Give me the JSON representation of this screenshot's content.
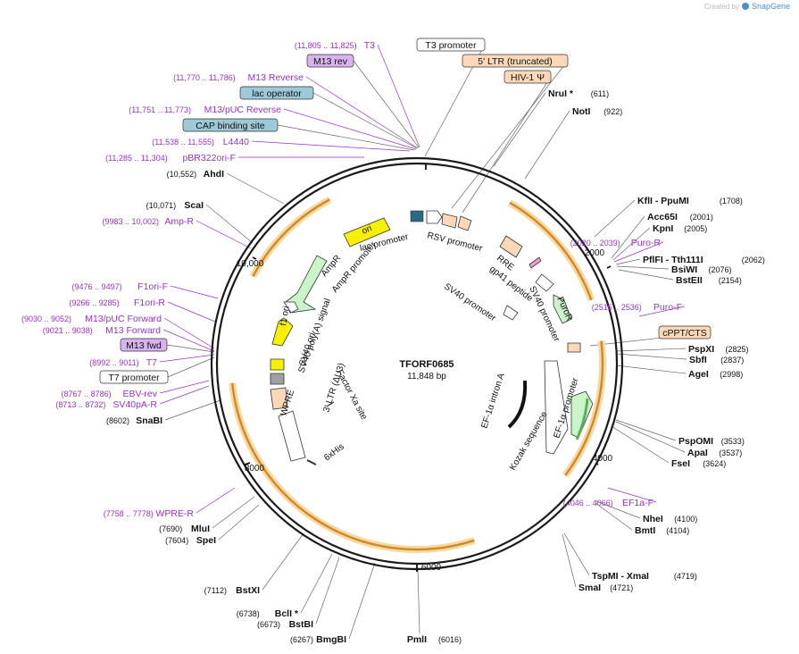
{
  "credit": {
    "prefix": "Created by",
    "brand": "SnapGene"
  },
  "plasmid": {
    "name": "TFORF0685",
    "length": "11,848 bp"
  },
  "ticks": [
    "2000",
    "4000",
    "6000",
    "8000",
    "10,000"
  ],
  "sites": [
    {
      "id": "T3",
      "label": "T3",
      "range": "(11,805 .. 11,825)",
      "color": "#9b30c8"
    },
    {
      "id": "M13rev",
      "label": "M13 rev",
      "boxed": true,
      "fill": "#d9b3ef"
    },
    {
      "id": "M13Reverse",
      "label": "M13 Reverse",
      "range": "(11,770 .. 11,786)",
      "color": "#9b30c8"
    },
    {
      "id": "lacop",
      "label": "lac operator",
      "boxed": true,
      "fill": "#9ec9d8"
    },
    {
      "id": "M13pUCRev",
      "label": "M13/pUC Reverse",
      "range": "(11,751 .. 11,773)",
      "color": "#9b30c8"
    },
    {
      "id": "CAP",
      "label": "CAP binding site",
      "boxed": true,
      "fill": "#9ec9d8"
    },
    {
      "id": "L4440",
      "label": "L4440",
      "range": "(11,538 .. 11,555)",
      "color": "#9b30c8"
    },
    {
      "id": "pBR322",
      "label": "pBR322ori-F",
      "range": "(11,285 .. 11,304)",
      "color": "#9b30c8"
    },
    {
      "id": "AhdI",
      "label": "AhdI",
      "pos": "(10,552)"
    },
    {
      "id": "ScaI",
      "label": "ScaI",
      "pos": "(10,071)"
    },
    {
      "id": "AmpR",
      "label": "Amp-R",
      "range": "(9983 .. 10,002)",
      "color": "#9b30c8"
    },
    {
      "id": "F1oriF",
      "label": "F1ori-F",
      "range": "(9476 .. 9497)",
      "color": "#9b30c8"
    },
    {
      "id": "F1oriR",
      "label": "F1ori-R",
      "range": "(9266 .. 9285)",
      "color": "#9b30c8"
    },
    {
      "id": "M13pUCFwd",
      "label": "M13/pUC Forward",
      "range": "(9030 .. 9052)",
      "color": "#9b30c8"
    },
    {
      "id": "M13Forward",
      "label": "M13 Forward",
      "range": "(9021 .. 9038)",
      "color": "#9b30c8"
    },
    {
      "id": "M13fwd",
      "label": "M13 fwd",
      "boxed": true,
      "fill": "#d9b3ef"
    },
    {
      "id": "T7",
      "label": "T7",
      "range": "(8992 .. 9011)",
      "color": "#9b30c8"
    },
    {
      "id": "T7prom",
      "label": "T7 promoter",
      "boxed": true,
      "fill": "#ffffff"
    },
    {
      "id": "EBVrev",
      "label": "EBV-rev",
      "range": "(8767 .. 8786)",
      "color": "#9b30c8"
    },
    {
      "id": "SV40pAR",
      "label": "SV40pA-R",
      "range": "(8713 .. 8732)",
      "color": "#9b30c8"
    },
    {
      "id": "SnaBI",
      "label": "SnaBI",
      "pos": "(8602)"
    },
    {
      "id": "WPRER",
      "label": "WPRE-R",
      "range": "(7758 .. 7778)",
      "color": "#9b30c8"
    },
    {
      "id": "MluI",
      "label": "MluI",
      "pos": "(7690)"
    },
    {
      "id": "SpeI",
      "label": "SpeI",
      "pos": "(7604)"
    },
    {
      "id": "BstXI",
      "label": "BstXI",
      "pos": "(7112)"
    },
    {
      "id": "BclI",
      "label": "BclI *",
      "pos": "(6738)"
    },
    {
      "id": "BstBI",
      "label": "BstBI",
      "pos": "(6673)"
    },
    {
      "id": "BmgBI",
      "label": "BmgBI",
      "pos": "(6267)"
    },
    {
      "id": "PmlI",
      "label": "PmlI",
      "pos": "(6016)"
    },
    {
      "id": "T3prom",
      "label": "T3 promoter",
      "boxed": true,
      "fill": "#ffffff"
    },
    {
      "id": "LTR5",
      "label": "5' LTR (truncated)",
      "boxed": true,
      "fill": "#fbd9b8"
    },
    {
      "id": "HIV",
      "label": "HIV-1 Ψ",
      "boxed": true,
      "fill": "#fbd9b8"
    },
    {
      "id": "NruI",
      "label": "NruI *",
      "pos": "(611)"
    },
    {
      "id": "NotI",
      "label": "NotI",
      "pos": "(922)"
    },
    {
      "id": "KflI",
      "label": "KflI  - PpuMI",
      "pos": "(1708)"
    },
    {
      "id": "Acc65I",
      "label": "Acc65I",
      "pos": "(2001)"
    },
    {
      "id": "KpnI",
      "label": "KpnI",
      "pos": "(2005)"
    },
    {
      "id": "PuroR",
      "label": "Puro-R",
      "range": "(2020 .. 2039)",
      "color": "#9b30c8"
    },
    {
      "id": "PflFI",
      "label": "PflFI  - Tth111I",
      "pos": "(2062)"
    },
    {
      "id": "BsiWI",
      "label": "BsiWI",
      "pos": "(2076)"
    },
    {
      "id": "BstEII",
      "label": "BstEII",
      "pos": "(2154)"
    },
    {
      "id": "PuroF",
      "label": "Puro-F",
      "range": "(2516 .. 2536)",
      "color": "#9b30c8"
    },
    {
      "id": "cPPT",
      "label": "cPPT/CTS",
      "boxed": true,
      "fill": "#fbd9b8"
    },
    {
      "id": "PspXI",
      "label": "PspXI",
      "pos": "(2825)"
    },
    {
      "id": "SbfI",
      "label": "SbfI",
      "pos": "(2837)"
    },
    {
      "id": "AgeI",
      "label": "AgeI",
      "pos": "(2998)"
    },
    {
      "id": "PspOMI",
      "label": "PspOMI",
      "pos": "(3533)"
    },
    {
      "id": "ApaI",
      "label": "ApaI",
      "pos": "(3537)"
    },
    {
      "id": "FseI",
      "label": "FseI",
      "pos": "(3624)"
    },
    {
      "id": "EF1aF",
      "label": "EF1a-F",
      "range": "(4046 .. 4066)",
      "color": "#9b30c8"
    },
    {
      "id": "NheI",
      "label": "NheI",
      "pos": "(4100)"
    },
    {
      "id": "BmtI",
      "label": "BmtI",
      "pos": "(4104)"
    },
    {
      "id": "TspMI",
      "label": "TspMI  - XmaI",
      "pos": "(4719)"
    },
    {
      "id": "SmaI",
      "label": "SmaI",
      "pos": "(4721)"
    }
  ],
  "features": [
    "ori",
    "lac promoter",
    "RSV promoter",
    "RRE",
    "gp41 peptide",
    "SV40 promoter",
    "SV40 promoter",
    "PuroR",
    "AmpR",
    "AmpR promoter",
    "f1 ori",
    "SV40 ori",
    "Factor Xa site",
    "SV40 poly(A) signal",
    "3' LTR (ΔU3)",
    "6xHis",
    "WPRE",
    "EF-1α intron A",
    "EF-1α promoter",
    "Kozak sequence"
  ]
}
